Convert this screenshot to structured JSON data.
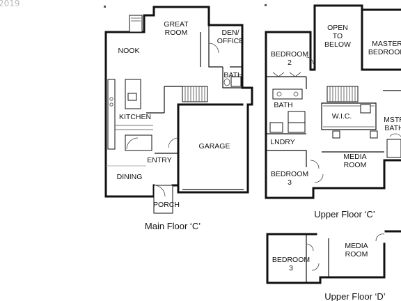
{
  "watermark": "2019",
  "main_floor": {
    "caption": "Main Floor ‘C’",
    "rooms": {
      "great_room": "GREAT\nROOM",
      "den_office": "DEN/\nOFFICE",
      "nook": "NOOK",
      "bath": "BATH",
      "kitchen": "KITCHEN",
      "garage": "GARAGE",
      "entry": "ENTRY",
      "dining": "DINING",
      "porch": "PORCH"
    }
  },
  "upper_floor_c": {
    "caption": "Upper Floor ‘C’",
    "rooms": {
      "bedroom_2": "BEDROOM\n2",
      "open_to_below": "OPEN\nTO\nBELOW",
      "master_bedroom": "MASTER\nBEDROOM",
      "bath": "BATH",
      "wic": "W.I.C.",
      "mstr_bath": "MSTR\nBATH",
      "laundry": "LNDRY",
      "media_room": "MEDIA\nROOM",
      "bedroom_3": "BEDROOM\n3"
    }
  },
  "upper_floor_d": {
    "caption": "Upper Floor ‘D’",
    "rooms": {
      "bedroom_3": "BEDROOM\n3",
      "media_room": "MEDIA\nROOM"
    }
  }
}
